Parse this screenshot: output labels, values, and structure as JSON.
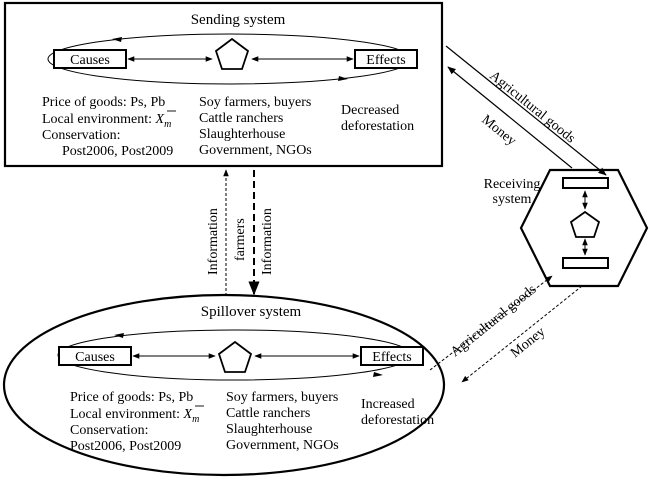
{
  "sending": {
    "title": "Sending system",
    "causes": "Causes",
    "effects": "Effects",
    "col1": {
      "line1": "Price of goods: Ps, Pb",
      "line2_prefix": "Local environment: ",
      "line2_var": "X",
      "line2_sub": "m",
      "line3": "Conservation:",
      "line4": "Post2006, Post2009"
    },
    "col2": [
      "Soy farmers, buyers",
      "Cattle ranchers",
      "Slaughterhouse",
      "Government, NGOs"
    ],
    "col3": [
      "Decreased",
      "deforestation"
    ]
  },
  "spillover": {
    "title": "Spillover system",
    "causes": "Causes",
    "effects": "Effects",
    "col1": {
      "line1": "Price of goods: Ps, Pb",
      "line2_prefix": "Local environment: ",
      "line2_var": "X",
      "line2_sub": "m",
      "line3": "Conservation:",
      "line4": "Post2006, Post2009"
    },
    "col2": [
      "Soy farmers, buyers",
      "Cattle ranchers",
      "Slaughterhouse",
      "Government, NGOs"
    ],
    "col3": [
      "Increased",
      "deforestation"
    ]
  },
  "receiving": {
    "title_line1": "Receiving",
    "title_line2": "system"
  },
  "links": {
    "info_left": "Information",
    "farmers": "farmers",
    "info_right": "Information",
    "ag_goods_top": "Agricultural goods",
    "money_top": "Money",
    "ag_goods_bottom": "Agricultural goods",
    "money_bottom": "Money"
  }
}
